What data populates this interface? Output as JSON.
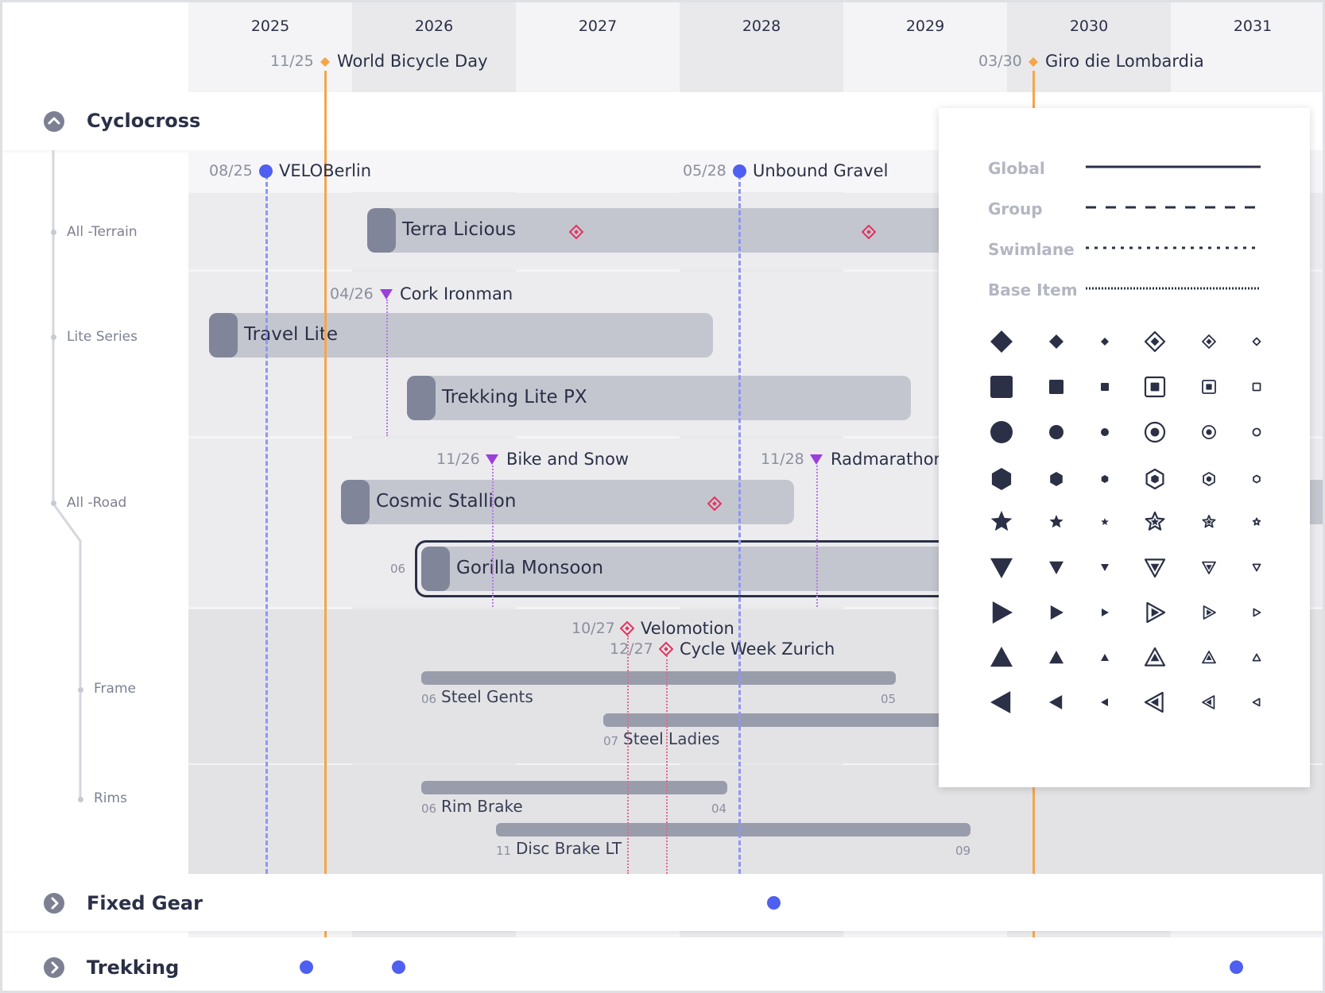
{
  "years": [
    "2025",
    "2026",
    "2027",
    "2028",
    "2029",
    "2030",
    "2031"
  ],
  "global_milestones": [
    {
      "date": "11/25",
      "name": "World Bicycle Day"
    },
    {
      "date": "03/30",
      "name": "Giro die Lombardia"
    }
  ],
  "groups": {
    "cyclocross": {
      "title": "Cyclocross",
      "expanded": true
    },
    "fixed_gear": {
      "title": "Fixed Gear",
      "expanded": false
    },
    "trekking": {
      "title": "Trekking",
      "expanded": false
    }
  },
  "group_milestones": [
    {
      "date": "08/25",
      "name": "VELOBerlin"
    },
    {
      "date": "05/28",
      "name": "Unbound Gravel"
    }
  ],
  "swimlanes": {
    "all_terrain": "All -Terrain",
    "lite_series": "Lite Series",
    "all_road": "All -Road",
    "frame": "Frame",
    "rims": "Rims"
  },
  "swimlane_milestones": [
    {
      "date": "04/26",
      "name": "Cork Ironman"
    },
    {
      "date": "11/26",
      "name": "Bike and Snow"
    },
    {
      "date": "11/28",
      "name": "Radmarathon"
    }
  ],
  "base_milestones": [
    {
      "date": "10/27",
      "name": "Velomotion"
    },
    {
      "date": "12/27",
      "name": "Cycle Week Zurich"
    }
  ],
  "bars": {
    "terra_licious": "Terra Licious",
    "travel_lite": "Travel Lite",
    "trekking_lite_px": "Trekking Lite PX",
    "cosmic_stallion": "Cosmic Stallion",
    "gorilla_monsoon": {
      "label": "Gorilla Monsoon",
      "start": "06"
    }
  },
  "base_items": [
    {
      "label": "Steel Gents",
      "start": "06",
      "end": "05"
    },
    {
      "label": "Steel Ladies",
      "start": "07",
      "end": ""
    },
    {
      "label": "Rim Brake",
      "start": "06",
      "end": "04"
    },
    {
      "label": "Disc Brake LT",
      "start": "11",
      "end": "09"
    }
  ],
  "legend": {
    "lines": [
      "Global",
      "Group",
      "Swimlane",
      "Base Item"
    ],
    "shape_rows": [
      "diamond",
      "square",
      "circle",
      "hexagon",
      "star",
      "triangle-down",
      "triangle-right",
      "triangle-up",
      "triangle-left"
    ]
  },
  "colors": {
    "global": "#f5a54a",
    "group": "#4f5ff0",
    "swimlane": "#9b3fd9",
    "base": "#e0335f",
    "shape": "#2b3047"
  }
}
